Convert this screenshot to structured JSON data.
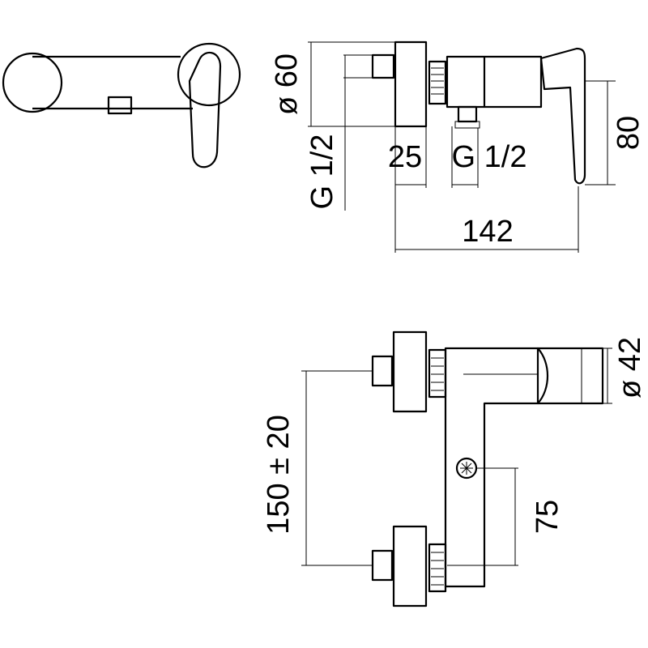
{
  "labels": {
    "dia60": "ø 60",
    "g12_left": "G 1/2",
    "d25": "25",
    "g12_mid": "G 1/2",
    "d80": "80",
    "d142": "142",
    "dia42": "ø 42",
    "d150": "150 ± 20",
    "d75": "75"
  }
}
